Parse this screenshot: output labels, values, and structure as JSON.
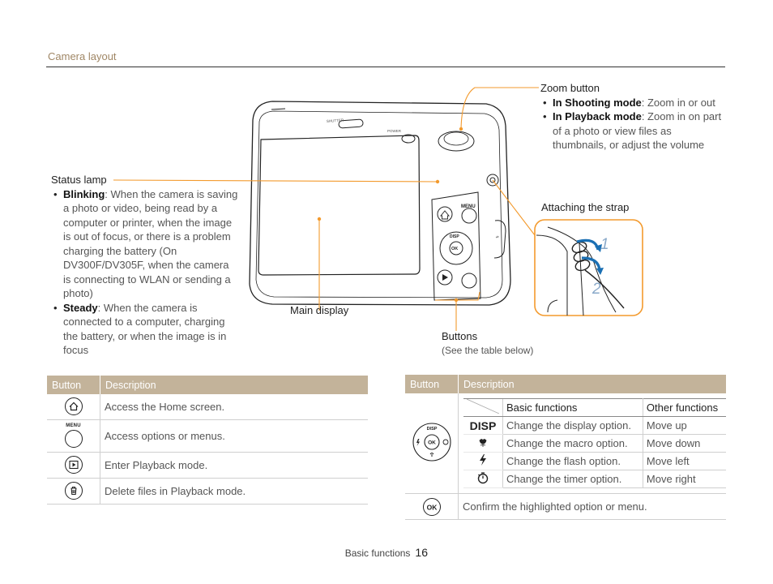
{
  "section_title": "Camera layout",
  "callouts": {
    "zoom": {
      "title": "Zoom button",
      "items": [
        {
          "term": "In Shooting mode",
          "text": ": Zoom in or out"
        },
        {
          "term": "In Playback mode",
          "text": ": Zoom in on part of a photo or view files as thumbnails, or adjust the volume"
        }
      ]
    },
    "status_lamp": {
      "title": "Status lamp",
      "items": [
        {
          "term": "Blinking",
          "text": ": When the camera is saving a photo or video, being read by a computer or printer, when the image is out of focus, or there is a problem charging the battery (On DV300F/DV305F, when the camera is connecting to WLAN or sending a photo)"
        },
        {
          "term": "Steady",
          "text": ": When the camera is connected to a computer, charging the battery, or when the image is in focus"
        }
      ]
    },
    "strap": {
      "title": "Attaching the strap",
      "step1": "1",
      "step2": "2"
    },
    "main_display": {
      "title": "Main display"
    },
    "buttons": {
      "title": "Buttons",
      "note": "(See the table below)"
    }
  },
  "camera_labels": {
    "shutter": "SHUTTER",
    "power": "POWER",
    "menu": "MENU",
    "disp": "DISP",
    "ok": "OK"
  },
  "left_table": {
    "headers": [
      "Button",
      "Description"
    ],
    "rows": [
      {
        "icon": "home-icon",
        "description": "Access the Home screen."
      },
      {
        "icon": "menu-button-icon",
        "label": "MENU",
        "description": "Access options or menus."
      },
      {
        "icon": "playback-icon",
        "description": "Enter Playback mode."
      },
      {
        "icon": "trash-icon",
        "description": "Delete files in Playback mode."
      }
    ]
  },
  "right_table": {
    "headers": [
      "Button",
      "Description"
    ],
    "dpad_label": "DISP",
    "dpad_ok": "OK",
    "inner_headers": [
      "Basic functions",
      "Other functions"
    ],
    "inner_rows": [
      {
        "symbol": "DISP",
        "icon": "disp-icon",
        "basic": "Change the display option.",
        "other": "Move up"
      },
      {
        "symbol": "",
        "icon": "macro-icon",
        "basic": "Change the macro option.",
        "other": "Move down"
      },
      {
        "symbol": "",
        "icon": "flash-icon",
        "basic": "Change the flash option.",
        "other": "Move left"
      },
      {
        "symbol": "",
        "icon": "timer-icon",
        "basic": "Change the timer option.",
        "other": "Move right"
      }
    ],
    "ok_row": {
      "icon_label": "OK",
      "description": "Confirm the highlighted option or menu."
    }
  },
  "footer": {
    "label": "Basic functions",
    "page": "16"
  },
  "colors": {
    "accent_orange": "#f39a2d",
    "table_header": "#c3b39a",
    "section_title": "#a08766"
  }
}
